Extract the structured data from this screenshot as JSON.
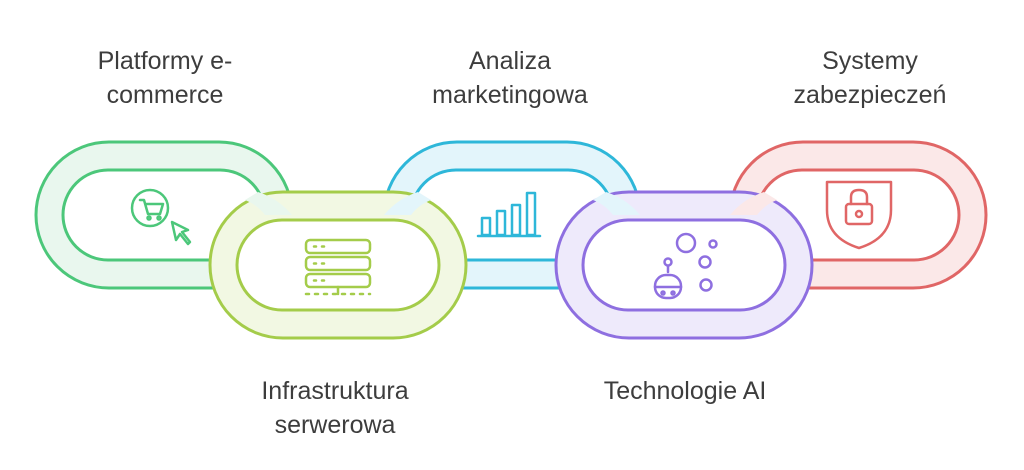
{
  "links": [
    {
      "id": "ecommerce",
      "label_lines": [
        "Platformy e-",
        "commerce"
      ],
      "icon": "shopping-cart-click-icon",
      "stroke": "#4cc77a",
      "fill": "#e9f7ee",
      "icon_color": "#4cc77a"
    },
    {
      "id": "servers",
      "label_lines": [
        "Infrastruktura",
        "serwerowa"
      ],
      "icon": "server-rack-icon",
      "stroke": "#a4cc4a",
      "fill": "#f2f8e3",
      "icon_color": "#a4cc4a"
    },
    {
      "id": "marketing",
      "label_lines": [
        "Analiza",
        "marketingowa"
      ],
      "icon": "bar-chart-icon",
      "stroke": "#2eb7d9",
      "fill": "#e3f5fb",
      "icon_color": "#2eb7d9"
    },
    {
      "id": "ai",
      "label_lines": [
        "Technologie AI"
      ],
      "icon": "robot-bubbles-icon",
      "stroke": "#8e6fe0",
      "fill": "#eeeafb",
      "icon_color": "#8e6fe0"
    },
    {
      "id": "security",
      "label_lines": [
        "Systemy",
        "zabezpieczeń"
      ],
      "icon": "shield-lock-icon",
      "stroke": "#e06666",
      "fill": "#fbe8e8",
      "icon_color": "#e06666"
    }
  ]
}
